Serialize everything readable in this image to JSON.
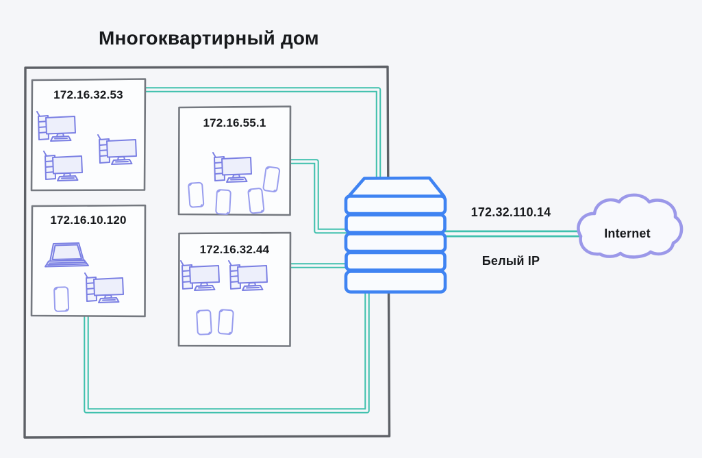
{
  "title": "Многоквартирный дом",
  "building": {
    "apartments": [
      {
        "ip": "172.16.32.53",
        "devices": [
          "desktop",
          "desktop",
          "desktop"
        ]
      },
      {
        "ip": "172.16.10.120",
        "devices": [
          "laptop",
          "phone",
          "desktop"
        ]
      },
      {
        "ip": "172.16.55.1",
        "devices": [
          "desktop",
          "phone",
          "phone",
          "phone",
          "phone"
        ]
      },
      {
        "ip": "172.16.32.44",
        "devices": [
          "desktop",
          "desktop",
          "phone",
          "phone"
        ]
      }
    ]
  },
  "router": {
    "type": "router-stack"
  },
  "wan": {
    "ip": "172.32.110.14",
    "ip_type_label": "Белый IP"
  },
  "internet": {
    "label": "Internet"
  },
  "colors": {
    "background": "#f5f6f9",
    "building_outline": "#5d6066",
    "apartment_outline": "#74787f",
    "link_teal": "#3fc0ad",
    "router_blue": "#3f83f2",
    "device_purple": "#7a7fe3",
    "phone_purple": "#989dee",
    "cloud_purple": "#9b98e9",
    "text": "#17191c"
  }
}
